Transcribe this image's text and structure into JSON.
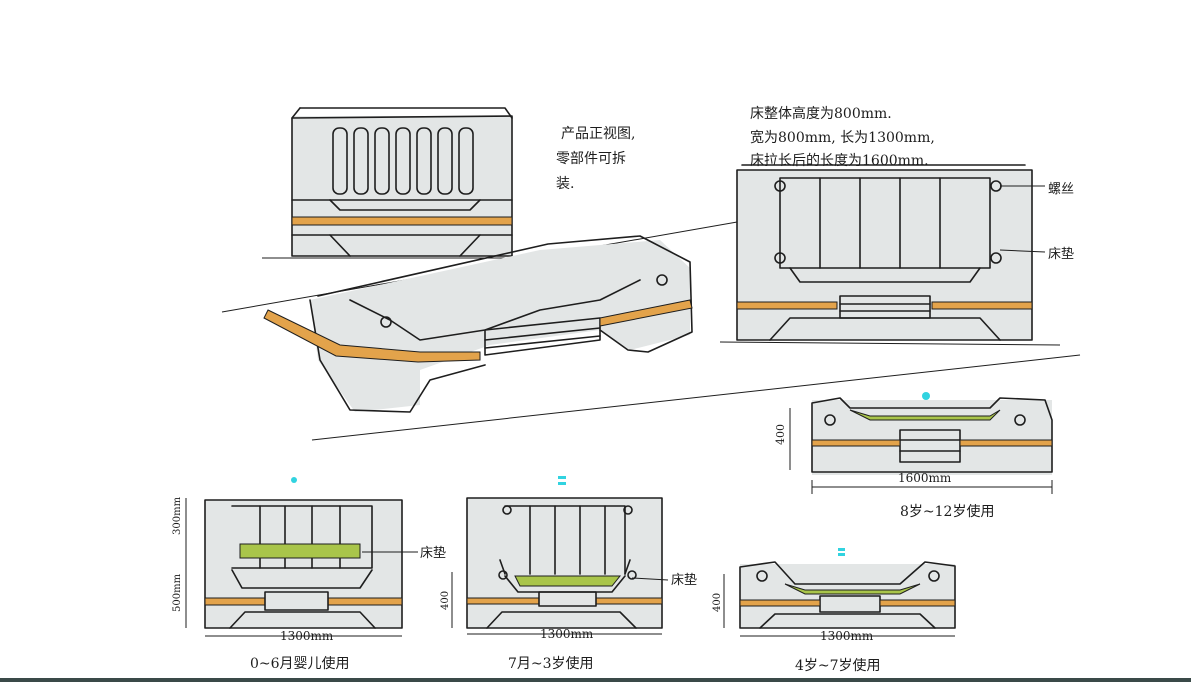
{
  "colors": {
    "ink": "#1e1e1e",
    "orange_band": "#e3a34b",
    "mattress_green": "#a9c54a",
    "shade_grey": "#d8dcdc",
    "cyan_marker": "#31d3e0",
    "bottom_band": "#3a4a48"
  },
  "annotations": {
    "front_view_note_line1": "产品正视图,",
    "front_view_note_line2": "零部件可拆",
    "front_view_note_line3": "装.",
    "spec_line1": "床整体高度为800mm.",
    "spec_line2": "宽为800mm, 长为1300mm,",
    "spec_line3": "床拉长后的长度为1600mm.",
    "screw_label": "螺丝",
    "pad_label_right": "床垫",
    "pad_label_a": "床垫",
    "pad_label_b": "床垫"
  },
  "views": {
    "view_a": {
      "dim_width": "1300mm",
      "dim_top": "300mm",
      "dim_bottom": "500mm",
      "caption": "0~6月婴儿使用"
    },
    "view_b": {
      "dim_width": "1300mm",
      "dim_height": "400",
      "caption": "7月~3岁使用"
    },
    "view_c": {
      "dim_width": "1300mm",
      "dim_height": "400",
      "caption": "4岁~7岁使用"
    },
    "view_d": {
      "dim_width": "1600mm",
      "dim_height": "400",
      "caption": "8岁~12岁使用"
    }
  }
}
